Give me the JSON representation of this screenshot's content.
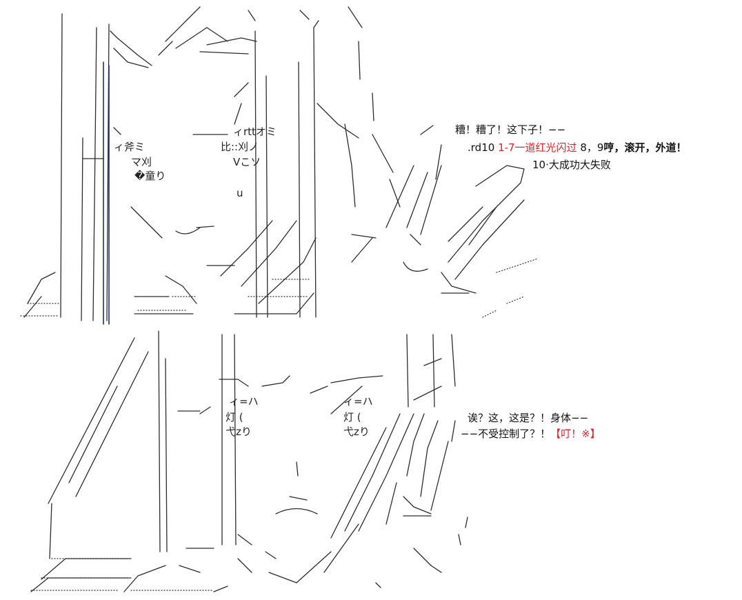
{
  "panel1": {
    "speech": {
      "line1": "糟！糟了！这下子！−−",
      "line2_prefix": ".rd10 ",
      "line2_red": "1-7一道红光闪过",
      "line2_mid": " 8，9",
      "line2_bold": "哼，滚开，外道！",
      "line3": "10·大成功大失败"
    },
    "face_text": {
      "ear_left": "ィ斧ミ",
      "eye_left": "マ刈",
      "eye_left2": "�童り",
      "brow_right": "ィrttオミ",
      "eye_right": "比::刈ノ",
      "eye_right2": "Vこソ",
      "mouth": "u"
    }
  },
  "panel2": {
    "speech": {
      "line1": "诶？这，这是？！身体−−",
      "line2_prefix": "−−不受控制了？！",
      "line2_red": "【叮！※】"
    },
    "face_text": {
      "eye_left_top": "ィ=ハ",
      "eye_left": "灯 (",
      "eye_left2": "弋zり",
      "eye_right_top": "ィ=ハ",
      "eye_right": "灯 (",
      "eye_right2": "弋zり"
    }
  },
  "colors": {
    "accent_red": "#e51c23",
    "line_ink": "#2a2a2a",
    "line_blue": "#1c2a8a"
  }
}
